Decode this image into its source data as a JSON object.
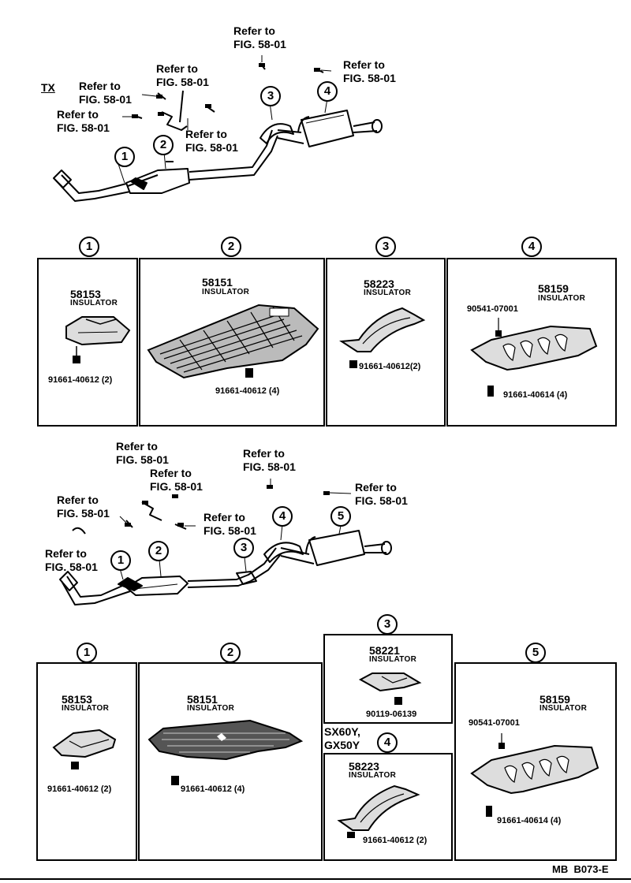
{
  "top_assembly": {
    "variant_label": "TX",
    "refer_to": "Refer to",
    "fig_ref": "FIG. 58-01",
    "callouts": [
      "1",
      "2",
      "3",
      "4"
    ]
  },
  "top_panels": [
    {
      "callout": "1",
      "part_no": "58153",
      "part_name": "INSULATOR",
      "fastener": "91661-40612 (2)"
    },
    {
      "callout": "2",
      "part_no": "58151",
      "part_name": "INSULATOR",
      "fastener": "91661-40612 (4)"
    },
    {
      "callout": "3",
      "part_no": "58223",
      "part_name": "INSULATOR",
      "fastener": "91661-40612(2)"
    },
    {
      "callout": "4",
      "part_no": "58159",
      "part_name": "INSULATOR",
      "fastener": "91661-40614 (4)",
      "extra_fastener": "90541-07001"
    }
  ],
  "bottom_assembly": {
    "refer_to": "Refer to",
    "fig_ref": "FIG. 58-01",
    "callouts": [
      "1",
      "2",
      "3",
      "4",
      "5"
    ]
  },
  "bottom_panels": [
    {
      "callout": "1",
      "part_no": "58153",
      "part_name": "INSULATOR",
      "fastener": "91661-40612 (2)"
    },
    {
      "callout": "2",
      "part_no": "58151",
      "part_name": "INSULATOR",
      "fastener": "91661-40612 (4)"
    },
    {
      "callout": "3",
      "part_no": "58221",
      "part_name": "INSULATOR",
      "fastener": "90119-06139"
    },
    {
      "callout": "4",
      "part_no": "58223",
      "part_name": "INSULATOR",
      "fastener": "91661-40612 (2)",
      "variant": "SX60Y,\nGX50Y"
    },
    {
      "callout": "5",
      "part_no": "58159",
      "part_name": "INSULATOR",
      "fastener": "91661-40614 (4)",
      "extra_fastener": "90541-07001"
    }
  ],
  "footer": {
    "code": "MB  B073-E"
  }
}
